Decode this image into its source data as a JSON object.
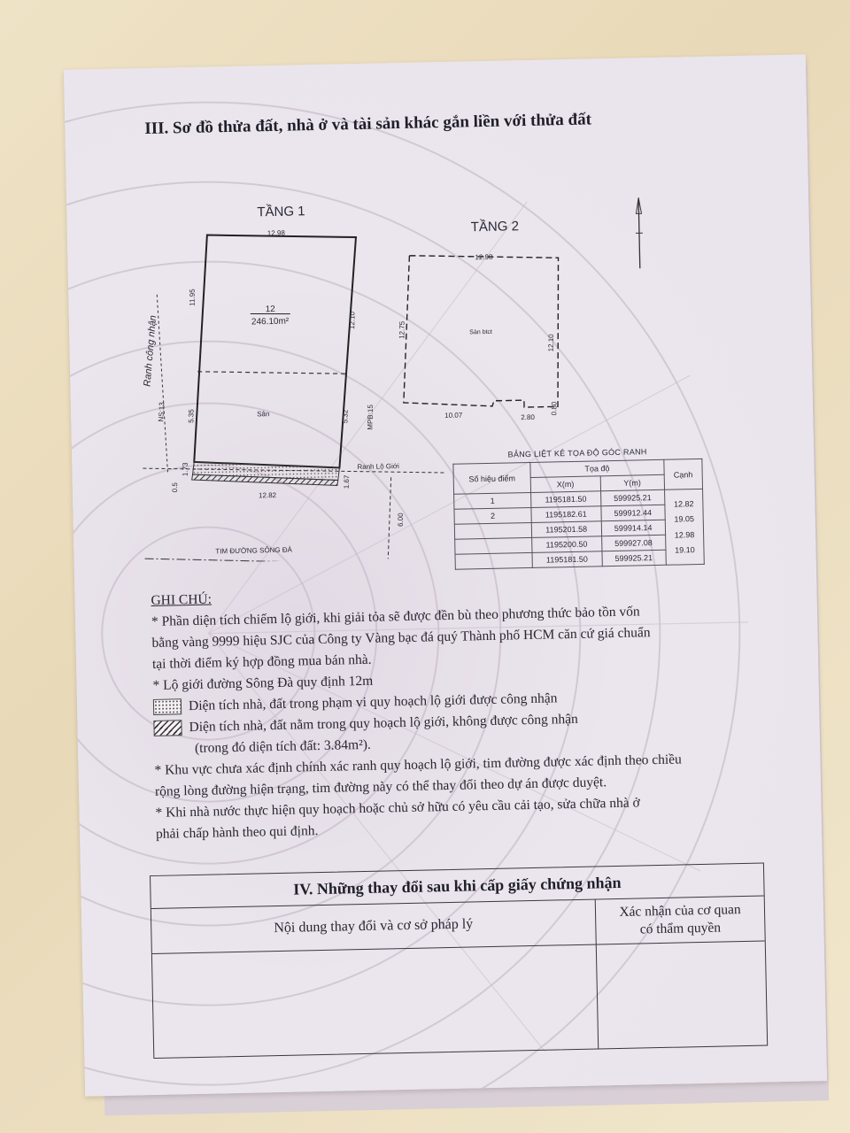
{
  "section3_title": "III. Sơ đồ thửa đất, nhà ở và tài sản khác gắn liền với thửa đất",
  "floor1": {
    "label": "TẦNG 1",
    "top_len": "12.98",
    "left_len": "11.95",
    "right_len": "12.10",
    "plot_no": "12",
    "area": "246.10m²",
    "lower_left": "5.35",
    "lower_right": "5.32",
    "san": "Sân",
    "bottom_len": "12.82",
    "small_left": "1.73",
    "small_right": "1.67",
    "tiny": "0.5",
    "road_offset": "6.00",
    "ranh_cong_nhan": "Ranh công nhận",
    "ns": "NS:13",
    "mpb": "MPB:15",
    "ranh_lo_gioi": "Ranh Lộ Giới",
    "road_center": "TIM ĐƯỜNG SÔNG ĐÀ"
  },
  "floor2": {
    "label": "TẦNG 2",
    "top_len": "12.98",
    "left_len": "12.75",
    "right_len": "12.10",
    "san_btct": "Sàn btct",
    "bottom_len": "10.07",
    "step_w": "2.80",
    "step_h": "0.80"
  },
  "coord_table": {
    "title": "BẢNG LIỆT KÊ TỌA ĐỘ GÓC RANH",
    "h_point": "Số hiệu điểm",
    "h_coord": "Tọa độ",
    "h_x": "X(m)",
    "h_y": "Y(m)",
    "h_edge": "Cạnh",
    "rows": [
      {
        "p": "1",
        "x": "1195181.50",
        "y": "599925.21"
      },
      {
        "p": "2",
        "x": "1195182.61",
        "y": "599912.44"
      },
      {
        "p": "",
        "x": "1195201.58",
        "y": "599914.14"
      },
      {
        "p": "",
        "x": "1195200.50",
        "y": "599927.08"
      },
      {
        "p": "",
        "x": "1195181.50",
        "y": "599925.21"
      }
    ],
    "edges": [
      "12.82",
      "19.05",
      "12.98",
      "19.10"
    ]
  },
  "notes": {
    "heading": "GHI CHÚ:",
    "n1a": "* Phần diện tích chiếm lộ giới, khi giải tỏa sẽ được đền bù theo phương thức bảo tồn vốn",
    "n1b": "bằng vàng 9999 hiệu SJC của Công ty Vàng bạc đá quý Thành phố HCM căn cứ giá chuẩn",
    "n1c": "tại thời điểm ký hợp đồng mua bán nhà.",
    "n2": "* Lộ giới đường Sông Đà quy định 12m",
    "legend1": "Diện tích nhà, đất trong phạm vi quy hoạch lộ giới được công nhận",
    "legend2": "Diện tích nhà, đất nằm trong quy hoạch lộ giới, không được công nhận",
    "legend2b": "(trong đó diện tích đất: 3.84m²).",
    "n3a": "* Khu vực chưa xác định chính xác ranh quy hoạch lộ giới, tim đường được xác định theo chiều",
    "n3b": "rộng lòng đường hiện trạng, tim đường này có thể thay đổi theo dự án được duyệt.",
    "n4a": "* Khi nhà nước thực hiện quy hoạch hoặc chủ sở hữu có yêu cầu cải tạo, sửa chữa nhà ở",
    "n4b": "phải chấp hành theo qui định."
  },
  "section4": {
    "title": "IV. Những thay đổi sau khi cấp giấy chứng nhận",
    "col1": "Nội dung thay đổi và cơ sở pháp lý",
    "col2a": "Xác nhận của cơ quan",
    "col2b": "có thẩm quyền"
  }
}
